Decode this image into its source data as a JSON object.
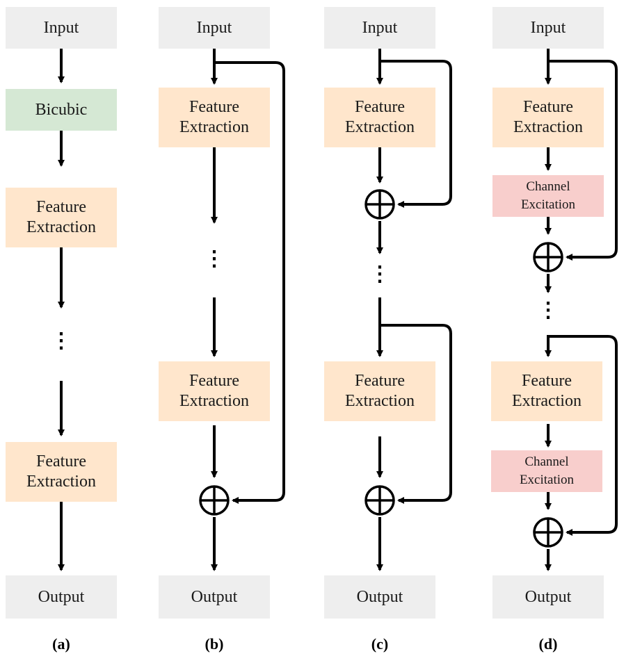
{
  "labels": {
    "input": "Input",
    "output": "Output",
    "bicubic": "Bicubic",
    "feature_line1": "Feature",
    "feature_line2": "Extraction",
    "channel_line1": "Channel",
    "channel_line2": "Excitation",
    "ellipsis": "⋮"
  },
  "captions": {
    "a": "(a)",
    "b": "(b)",
    "c": "(c)",
    "d": "(d)"
  },
  "colors": {
    "io_fill": "#eeeeee",
    "bicubic_fill": "#d5e8d4",
    "feature_fill": "#ffe6cc",
    "channel_fill": "#f8cecc",
    "stroke": "#000000"
  }
}
